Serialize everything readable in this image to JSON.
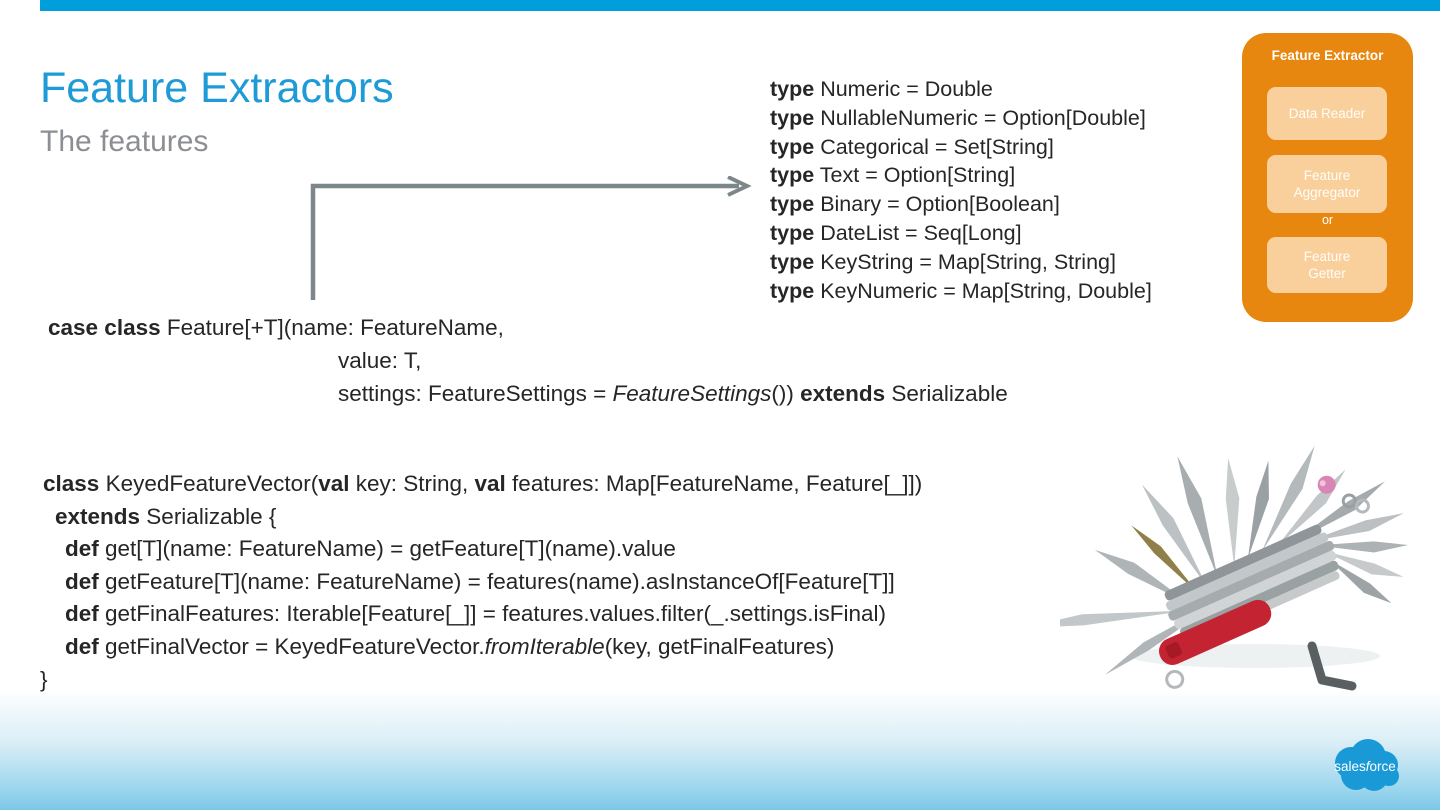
{
  "slide": {
    "title": "Feature Extractors",
    "subtitle": "The features",
    "type_defs": [
      {
        "kw": "type",
        "rest": " Numeric = Double"
      },
      {
        "kw": "type",
        "rest": " NullableNumeric = Option[Double]"
      },
      {
        "kw": "type",
        "rest": " Categorical = Set[String]"
      },
      {
        "kw": "type",
        "rest": " Text = Option[String]"
      },
      {
        "kw": "type",
        "rest": " Binary = Option[Boolean]"
      },
      {
        "kw": "type",
        "rest": " DateList = Seq[Long]"
      },
      {
        "kw": "type",
        "rest": " KeyString = Map[String, String]"
      },
      {
        "kw": "type",
        "rest": " KeyNumeric = Map[String, Double]"
      }
    ],
    "case_class": {
      "kw1": "case class",
      "rest1": " Feature[+T](name: FeatureName,",
      "line2": "value: T,",
      "pre3": "settings: FeatureSettings = ",
      "italic3": "FeatureSettings",
      "mid3": "()) ",
      "kw3": "extends",
      "rest3": " Serializable"
    },
    "class_code": {
      "l1_kw1": "class",
      "l1_t1": " KeyedFeatureVector(",
      "l1_kw2": "val",
      "l1_t2": " key: String, ",
      "l1_kw3": "val",
      "l1_t3": " features: Map[FeatureName, Feature[_]])",
      "l2_kw": "extends",
      "l2_t": " Serializable {",
      "l3_kw": "def",
      "l3_t": " get[T](name: FeatureName) = getFeature[T](name).value",
      "l4_kw": "def",
      "l4_t": " getFeature[T](name: FeatureName) = features(name).asInstanceOf[Feature[T]]",
      "l5_kw": "def",
      "l5_t": " getFinalFeatures: Iterable[Feature[_]] = features.values.filter(_.settings.isFinal)",
      "l6_kw": "def",
      "l6_t1": " getFinalVector = KeyedFeatureVector.",
      "l6_it": "fromIterable",
      "l6_t2": "(key, getFinalFeatures)",
      "l7": "}"
    },
    "extractor_panel": {
      "title": "Feature Extractor",
      "box1": "Data Reader",
      "box2_line1": "Feature",
      "box2_line2": "Aggregator",
      "or_label": "or",
      "box3_line1": "Feature",
      "box3_line2": "Getter"
    },
    "logo": {
      "pre": "sales",
      "f": "f",
      "post": "orce"
    },
    "colors": {
      "top_bar": "#009fdb",
      "title_blue": "#1e9bd7",
      "subtitle_gray": "#8b8e92",
      "code_text": "#262626",
      "arrow_gray": "#7d8689",
      "panel_orange": "#e8870f",
      "panel_box_peach": "#f9d09b",
      "logo_blue": "#199ad6",
      "footer_blue": "#7cc7e6",
      "knife_red": "#c42331"
    }
  }
}
